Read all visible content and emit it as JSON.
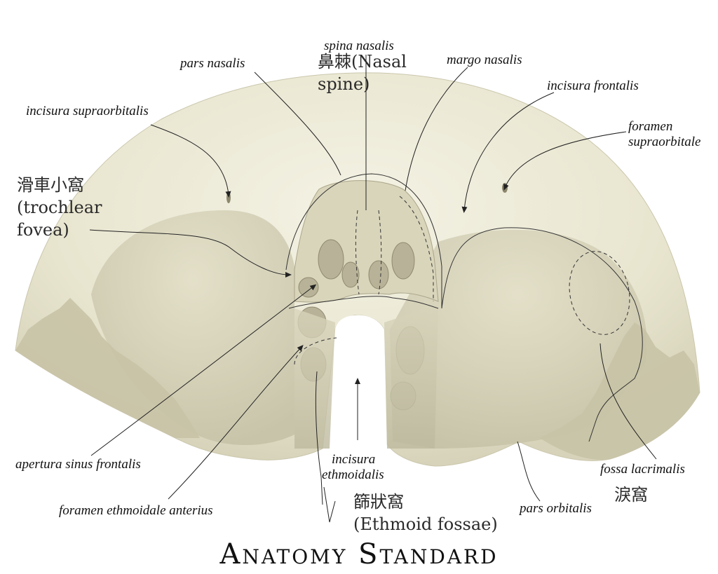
{
  "labels": {
    "spina_nasalis": "spina nasalis",
    "pars_nasalis": "pars nasalis",
    "margo_nasalis": "margo nasalis",
    "incisura_supraorbitalis": "incisura supraorbitalis",
    "incisura_frontalis": "incisura frontalis",
    "foramen_supraorbitale_1": "foramen",
    "foramen_supraorbitale_2": "supraorbitale",
    "apertura_sinus_frontalis": "apertura sinus frontalis",
    "incisura_ethmoidalis_1": "incisura",
    "incisura_ethmoidalis_2": "ethmoidalis",
    "fossa_lacrimalis": "fossa lacrimalis",
    "foramen_ethmoidale_anterius": "foramen ethmoidale anterius",
    "pars_orbitalis": "pars orbitalis"
  },
  "translations": {
    "nasal_spine_1": "鼻棘(Nasal",
    "nasal_spine_2": "spine)",
    "trochlear_1": "滑車小窩",
    "trochlear_2": "(trochlear",
    "trochlear_3": "fovea)",
    "ethmoid_1": "篩狀窩",
    "ethmoid_2": "(Ethmoid fossae)",
    "lacrimal": "淚窩"
  },
  "brand": "Anatomy Standard",
  "colors": {
    "bone": "#ece9d6",
    "bone_shadow": "#c9c5ab",
    "bone_dark": "#a9a58c",
    "line": "#222222"
  }
}
